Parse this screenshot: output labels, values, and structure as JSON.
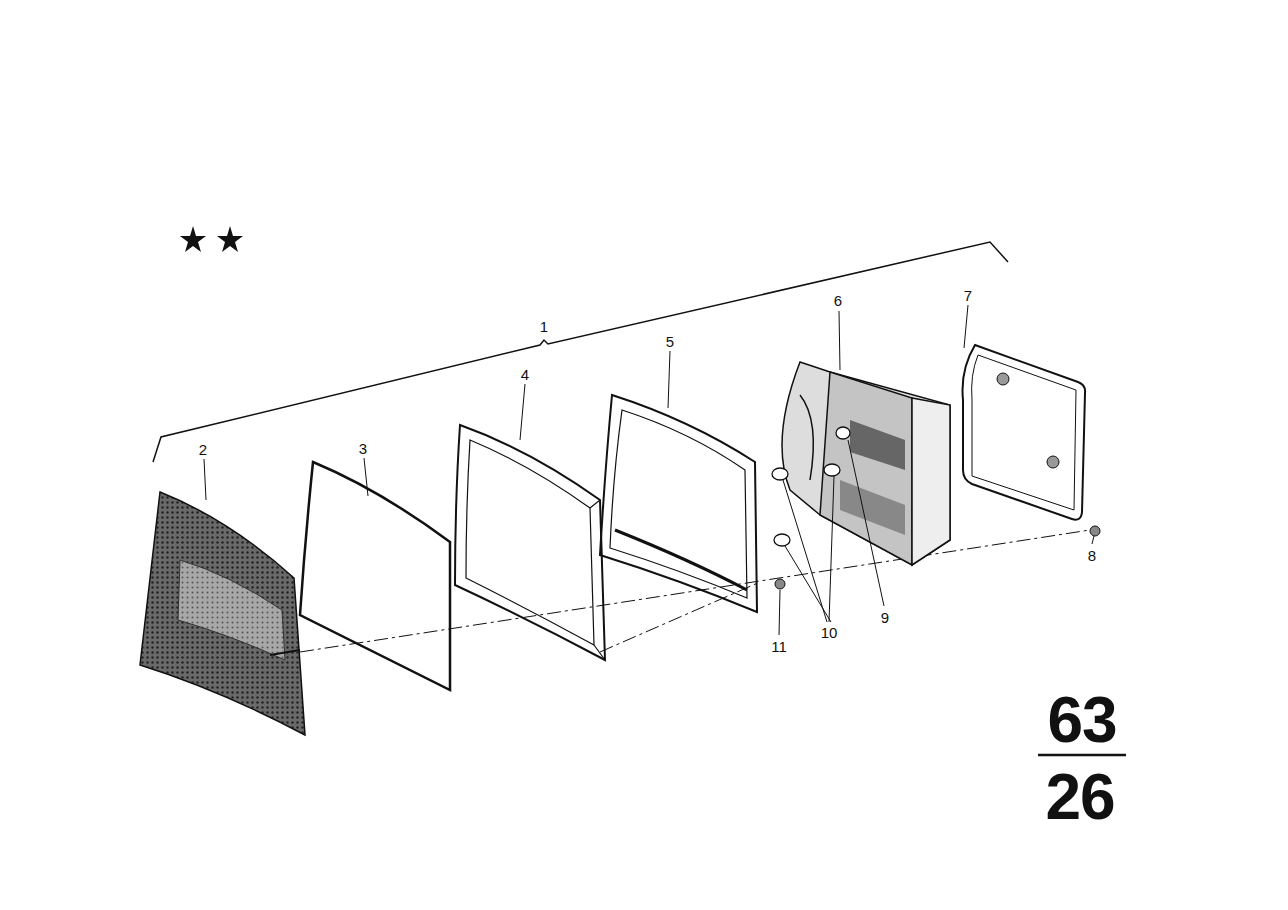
{
  "diagram": {
    "labels": [
      "1",
      "2",
      "3",
      "4",
      "5",
      "6",
      "7",
      "8",
      "9",
      "10",
      "11",
      "63",
      "26"
    ]
  }
}
